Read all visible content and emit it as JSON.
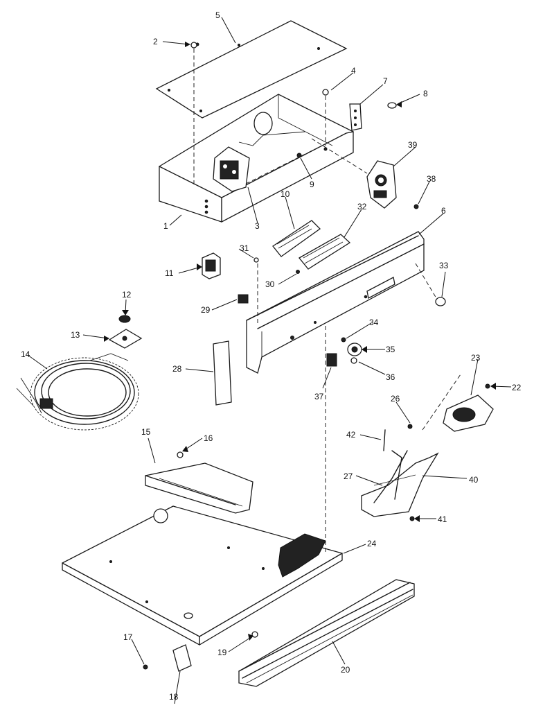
{
  "callouts": [
    {
      "id": "1",
      "label": "1"
    },
    {
      "id": "2",
      "label": "2"
    },
    {
      "id": "3",
      "label": "3"
    },
    {
      "id": "4",
      "label": "4"
    },
    {
      "id": "5",
      "label": "5"
    },
    {
      "id": "6",
      "label": "6"
    },
    {
      "id": "7",
      "label": "7"
    },
    {
      "id": "8",
      "label": "8"
    },
    {
      "id": "9",
      "label": "9"
    },
    {
      "id": "10",
      "label": "10"
    },
    {
      "id": "11",
      "label": "11"
    },
    {
      "id": "12",
      "label": "12"
    },
    {
      "id": "13",
      "label": "13"
    },
    {
      "id": "14",
      "label": "14"
    },
    {
      "id": "15",
      "label": "15"
    },
    {
      "id": "16",
      "label": "16"
    },
    {
      "id": "17",
      "label": "17"
    },
    {
      "id": "18",
      "label": "18"
    },
    {
      "id": "19",
      "label": "19"
    },
    {
      "id": "20",
      "label": "20"
    },
    {
      "id": "22",
      "label": "22"
    },
    {
      "id": "23",
      "label": "23"
    },
    {
      "id": "24",
      "label": "24"
    },
    {
      "id": "26",
      "label": "26"
    },
    {
      "id": "27",
      "label": "27"
    },
    {
      "id": "28",
      "label": "28"
    },
    {
      "id": "29",
      "label": "29"
    },
    {
      "id": "30",
      "label": "30"
    },
    {
      "id": "31",
      "label": "31"
    },
    {
      "id": "32",
      "label": "32"
    },
    {
      "id": "33",
      "label": "33"
    },
    {
      "id": "34",
      "label": "34"
    },
    {
      "id": "35",
      "label": "35"
    },
    {
      "id": "36",
      "label": "36"
    },
    {
      "id": "37",
      "label": "37"
    },
    {
      "id": "38",
      "label": "38"
    },
    {
      "id": "39",
      "label": "39"
    },
    {
      "id": "40",
      "label": "40"
    },
    {
      "id": "41",
      "label": "41"
    },
    {
      "id": "42",
      "label": "42"
    }
  ]
}
